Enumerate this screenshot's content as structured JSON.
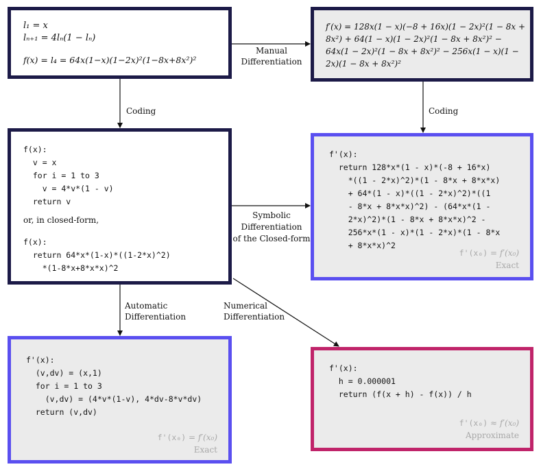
{
  "top_left": {
    "line1": "l₁ = x",
    "line2": "lₙ₊₁ = 4lₙ(1 − lₙ)",
    "line3": "f(x) = l₄ = 64x(1−x)(1−2x)²(1−8x+8x²)²"
  },
  "top_right": {
    "formula": "f′(x) = 128x(1 − x)(−8 + 16x)(1 − 2x)²(1 − 8x + 8x²) + 64(1 − x)(1 − 2x)²(1 − 8x + 8x²)² − 64x(1 − 2x)²(1 − 8x + 8x²)² − 256x(1 − x)(1 − 2x)(1 − 8x + 8x²)²"
  },
  "middle_left": {
    "code1": "f(x):\n  v = x\n  for i = 1 to 3\n    v = 4*v*(1 - v)\n  return v",
    "or_text": "or, in closed-form,",
    "code2": "f(x):\n  return 64*x*(1-x)*((1-2*x)^2)\n    *(1-8*x+8*x*x)^2"
  },
  "middle_right": {
    "code": "f'(x):\n  return 128*x*(1 - x)*(-8 + 16*x)\n    *((1 - 2*x)^2)*(1 - 8*x + 8*x*x)\n    + 64*(1 - x)*((1 - 2*x)^2)*((1\n    - 8*x + 8*x*x)^2) - (64*x*(1 -\n    2*x)^2)*(1 - 8*x + 8*x*x)^2 -\n    256*x*(1 - x)*(1 - 2*x)*(1 - 8*x\n    + 8*x*x)^2",
    "footer_code": "f'(x₀)",
    "footer_math": " = f′(x₀)",
    "footer_label": "Exact"
  },
  "bottom_left": {
    "code": "f'(x):\n  (v,dv) = (x,1)\n  for i = 1 to 3\n    (v,dv) = (4*v*(1-v), 4*dv-8*v*dv)\n  return (v,dv)",
    "footer_code": "f'(x₀)",
    "footer_math": " = f′(x₀)",
    "footer_label": "Exact"
  },
  "bottom_right": {
    "code": "f'(x):\n  h = 0.000001\n  return (f(x + h) - f(x)) / h",
    "footer_code": "f'(x₀)",
    "footer_math": " ≈ f′(x₀)",
    "footer_label": "Approximate"
  },
  "labels": {
    "manual": "Manual\nDifferentiation",
    "coding_left": "Coding",
    "coding_right": "Coding",
    "symbolic": "Symbolic\nDifferentiation\nof the Closed-form",
    "automatic": "Automatic\nDifferentiation",
    "numerical": "Numerical\nDifferentiation"
  },
  "colors": {
    "navy": "#1c1a47",
    "blue": "#5a4ff0",
    "magenta": "#c0246a",
    "grey_fill": "#ebebeb"
  }
}
